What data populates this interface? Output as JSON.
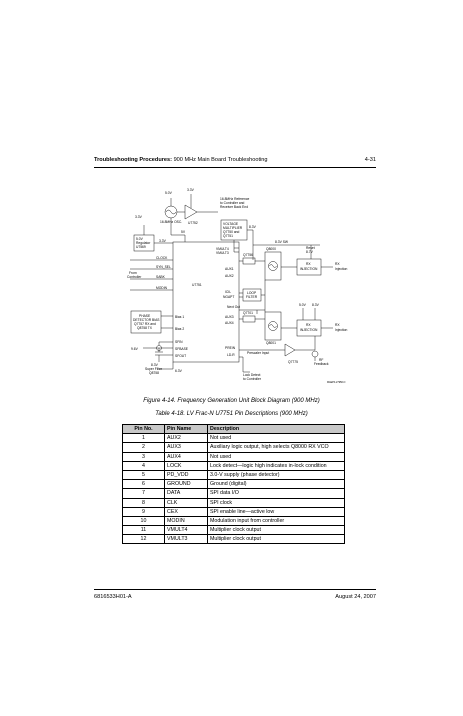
{
  "header": {
    "section_bold": "Troubleshooting Procedures:",
    "section_rest": " 900 MHz Main Board Troubleshooting",
    "page": "4-31"
  },
  "diagram": {
    "labels": {
      "v5_top": "5.0V",
      "v33_top": "3.3V",
      "osc": "16.8MHz OSC.",
      "u7752": "U7752",
      "ref_note1": "16.8MHz Reference",
      "ref_note2": "to Controller and",
      "ref_note3": "Receiver Back End",
      "v33_left": "3.3V",
      "v5_mid": "5V",
      "reg1": "5.0V",
      "reg2": "Regulator",
      "reg3": "U7569",
      "reg_out": "3.3V",
      "vm1": "VOLTAGE",
      "vm2": "MULTIPLIER",
      "vm3": "Q7750 and",
      "vm4": "Q7751",
      "v8_3": "8.3V",
      "v8_3_sw": "8.3V SW",
      "vmult4": "VMULT4",
      "vmult3": "VMULT3",
      "clock": "CLOCK",
      "syn_sel": "SYN_SEL",
      "from1": "From",
      "from2": "Controller",
      "sabk": "SABK",
      "modin": "MODIN",
      "aux1": "AUX1",
      "aux2": "AUX2",
      "u7751": "U7751",
      "icil": "ICIL",
      "ngapt": "NGAPT",
      "lf1": "LOOP",
      "lf2": "FILTER",
      "ps1": "PHASE",
      "ps2": "DETECTOR BIAS",
      "ps3": "Q7757 RX and",
      "ps4": "Q8758 TX",
      "bias1": "Bias 1",
      "bias2": "Bias 2",
      "next_out": "Next Out",
      "q7756": "Q7756",
      "q7701": "Q7701",
      "q8000_top": "Q8000",
      "q8001": "Q8001",
      "reset1": "Reset",
      "reset2": "8.7V",
      "rx_inj_top1": "RX",
      "rx_inj_top2": "INJECTION",
      "out_rx1": "RX",
      "out_rx2": "Injection",
      "v5_r1": "5.0V",
      "v8_r2": "8.3V",
      "tx_inj1": "RX",
      "tx_inj2": "INJECTION",
      "out_tx1": "RX",
      "out_tx2": "Injection",
      "aux3": "AUX3",
      "aux4": "AUX4",
      "sfin": "SFIN",
      "sfbase": "SFBASE",
      "sfout": "SFOUT",
      "v9_6": "9.6V",
      "prein": "PREIN",
      "ld": "LD-R",
      "prescaler": "Prescaler Input",
      "lock1": "Lock Detect",
      "lock2": "to Controller",
      "sf1": "8.3V",
      "sf2": "Super Filter",
      "sf3": "Q8758",
      "v6_3": "6.3V",
      "q7775": "Q7775",
      "rf1": "RF",
      "rf2": "Feedback",
      "ref_code": "MAEPF-27958-O"
    }
  },
  "figure_caption": "Figure 4-14.  Frequency Generation Unit Block Diagram (900 MHz)",
  "table": {
    "caption": "Table 4-18.  LV Frac-N U7751 Pin Descriptions (900 MHz)",
    "headers": [
      "Pin No.",
      "Pin Name",
      "Description"
    ],
    "rows": [
      [
        "1",
        "AUX2",
        "Not used"
      ],
      [
        "2",
        "AUX3",
        "Auxiliary logic output, high selects Q8000 RX VCO"
      ],
      [
        "3",
        "AUX4",
        "Not used"
      ],
      [
        "4",
        "LOCK",
        "Lock detect—logic high indicates in-lock condition"
      ],
      [
        "5",
        "PD_VDD",
        "3.0-V supply (phase detector)"
      ],
      [
        "6",
        "GROUND",
        "Ground (digital)"
      ],
      [
        "7",
        "DATA",
        "SPI data I/O"
      ],
      [
        "8",
        "CLK",
        "SPI clock"
      ],
      [
        "9",
        "CEX",
        "SPI enable line—active low"
      ],
      [
        "10",
        "MODIN",
        "Modulation input from controller"
      ],
      [
        "11",
        "VMULT4",
        "Multiplier clock output"
      ],
      [
        "12",
        "VMULT3",
        "Multiplier clock output"
      ]
    ]
  },
  "footer": {
    "left": "6816533H01-A",
    "right": "August 24, 2007"
  }
}
